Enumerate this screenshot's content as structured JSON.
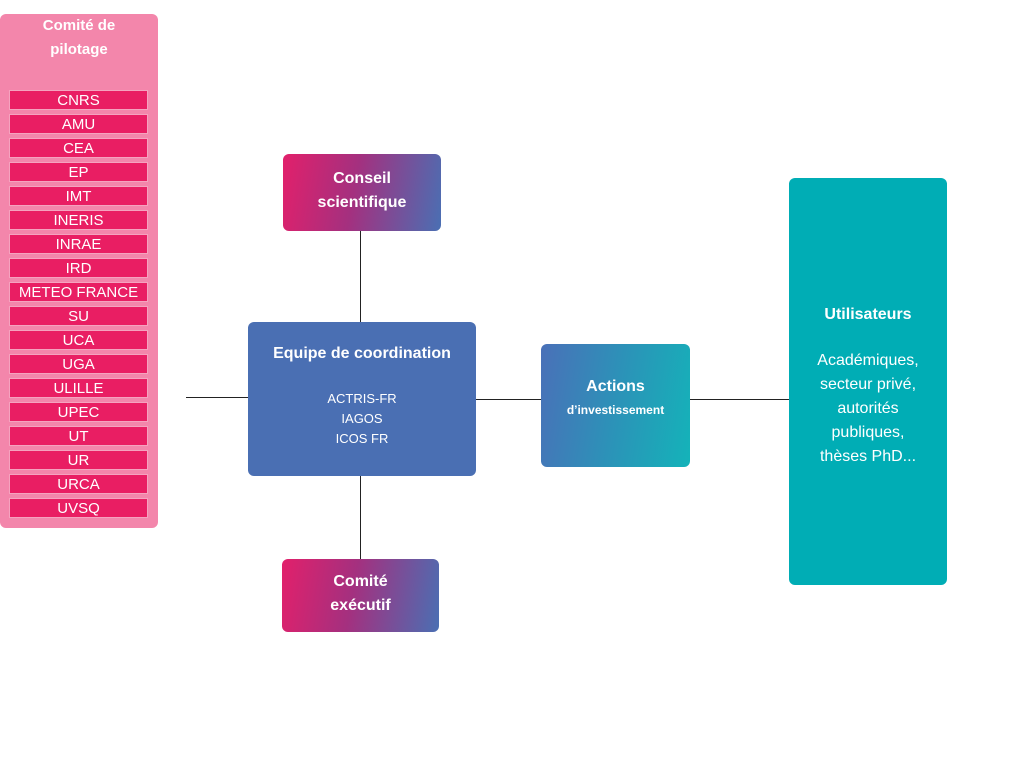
{
  "pilotage": {
    "title_line1": "Comité de",
    "title_line2": "pilotage",
    "members": [
      "CNRS",
      "AMU",
      "CEA",
      "EP",
      "IMT",
      "INERIS",
      "INRAE",
      "IRD",
      "METEO FRANCE",
      "SU",
      "UCA",
      "UGA",
      "ULILLE",
      "UPEC",
      "UT",
      "UR",
      "URCA",
      "UVSQ"
    ]
  },
  "conseil": {
    "line1": "Conseil",
    "line2": "scientifique"
  },
  "coordination": {
    "title": "Equipe de coordination",
    "items": [
      "ACTRIS-FR",
      "IAGOS",
      "ICOS FR"
    ]
  },
  "comite_executif": {
    "line1": "Comité",
    "line2": "exécutif"
  },
  "actions": {
    "line1": "Actions",
    "line2": "d’investissement"
  },
  "utilisateurs": {
    "title": "Utilisateurs",
    "lines": [
      "Académiques,",
      "secteur privé,",
      "autorités",
      "publiques,",
      "thèses PhD..."
    ]
  },
  "colors": {
    "pink_panel": "#f386ab",
    "pink_item": "#e91e63",
    "blue": "#4a6fb3",
    "teal": "#00adb5"
  }
}
